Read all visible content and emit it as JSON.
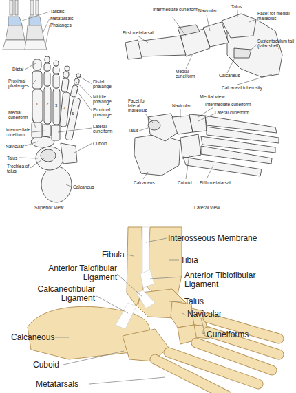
{
  "diagram": {
    "labels": [
      "Tarsals",
      "Metatarsals",
      "Phalanges",
      "Distal",
      "Proximal phalanges",
      "Medial cuneiform",
      "Intermediate cuneiform",
      "Navicular",
      "Talus",
      "Trochlea of talus",
      "Calcaneus",
      "Distal phalange",
      "Middle phalange",
      "Proximal phalange",
      "Lateral cuneiform",
      "Cuboid",
      "Superior view",
      "1",
      "2",
      "3",
      "4",
      "5",
      "Intermediate cuneiform",
      "Navicular",
      "Talus",
      "Facet for medial malleolus",
      "Sustentaculum tali (talar shelf)",
      "First metatarsal",
      "Medial cuneiform",
      "Calcaneus",
      "Calcaneal tuberosity",
      "Medial view",
      "Facet for lateral malleolus",
      "Navicular",
      "Intermediate cuneiform",
      "Lateral cuneiform",
      "Talus",
      "Calcaneus",
      "Cuboid",
      "Fifth metatarsal",
      "Lateral view",
      "Interosseous Membrane",
      "Fibula",
      "Tibia",
      "Anterior Talofibular Ligament",
      "Anterior Tibiofibular Ligament",
      "Talus",
      "Calcaneofibular Ligament",
      "Navicular",
      "Calcaneous",
      "Cuneiforms",
      "Cuboid",
      "Metatarsals"
    ]
  }
}
